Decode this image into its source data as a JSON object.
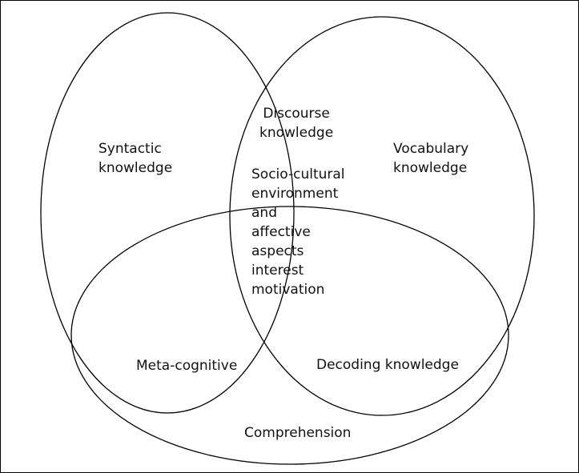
{
  "diagram": {
    "sets": [
      {
        "id": "left-circle",
        "stroke": "#000000"
      },
      {
        "id": "right-circle",
        "stroke": "#000000"
      },
      {
        "id": "bottom-ellipse",
        "stroke": "#000000"
      }
    ],
    "labels": {
      "syntactic": [
        "Syntactic",
        "knowledge"
      ],
      "vocabulary": [
        "Vocabulary",
        "knowledge"
      ],
      "discourse": [
        "Discourse",
        "knowledge"
      ],
      "socio": [
        "Socio-cultural",
        "environment",
        "and",
        "affective",
        "aspects",
        "interest",
        "motivation"
      ],
      "meta_cognitive": "Meta-cognitive",
      "decoding": "Decoding knowledge",
      "comprehension": "Comprehension"
    }
  }
}
